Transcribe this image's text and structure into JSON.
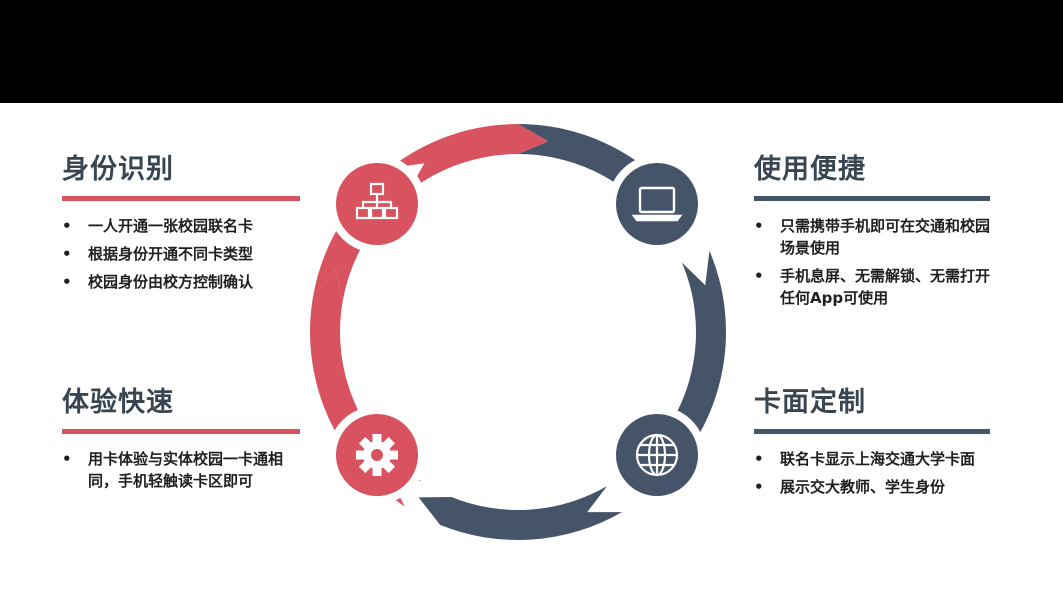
{
  "sections": [
    {
      "id": "top-left",
      "title": "身份识别",
      "items": [
        "一人开通一张校园联名卡",
        "根据身份开通不同卡类型",
        "校园身份由校方控制确认"
      ]
    },
    {
      "id": "top-right",
      "title": "使用便捷",
      "items": [
        "只需携带手机即可在交通和校园场景使用",
        "手机息屏、无需解锁、无需打开任何App可使用"
      ]
    },
    {
      "id": "bottom-left",
      "title": "体验快速",
      "items": [
        "用卡体验与实体校园一卡通相同，手机轻触读卡区即可"
      ]
    },
    {
      "id": "bottom-right",
      "title": "卡面定制",
      "items": [
        "联名卡显示上海交通大学卡面",
        "展示交大教师、学生身份"
      ]
    }
  ],
  "bullet_glyph": "•",
  "colors": {
    "red": "#d8525f",
    "navy": "#46546a",
    "title": "#3a4552"
  },
  "icons": [
    "org-chart-icon",
    "laptop-icon",
    "globe-icon",
    "gear-icon"
  ]
}
